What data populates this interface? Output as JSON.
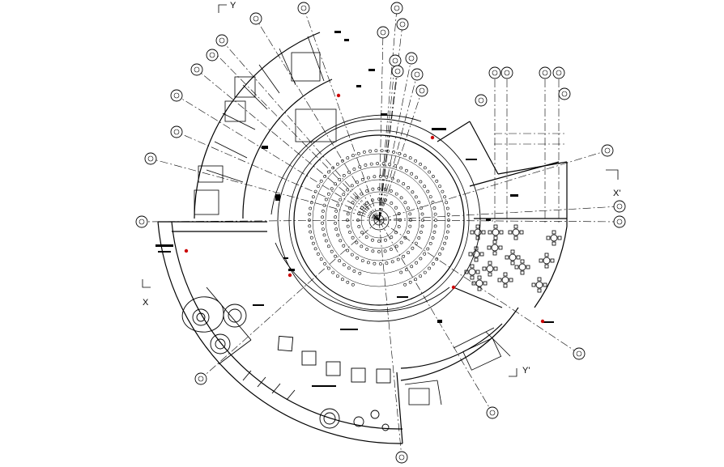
{
  "drawing": {
    "section_labels": {
      "x_left": "X",
      "x_right": "X'",
      "y_top": "Y",
      "y_bottom": "Y'"
    },
    "colors": {
      "line": "#000000",
      "accent": "#cc0000",
      "background": "#ffffff"
    },
    "elements": {
      "grid_bubbles": 30,
      "seating_rings": 5,
      "round_tables": 14,
      "display_squares": 5
    }
  }
}
